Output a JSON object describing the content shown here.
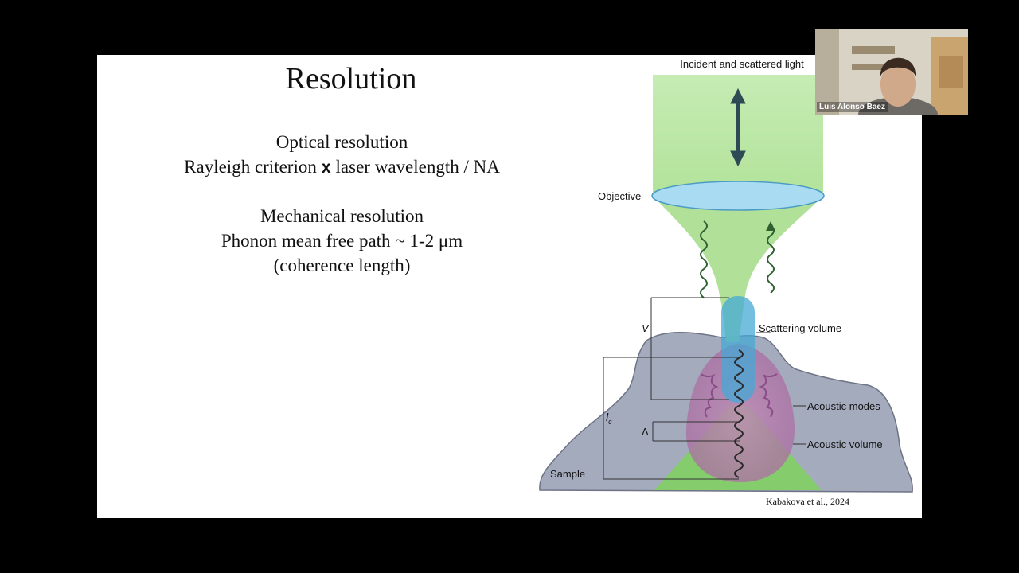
{
  "slide": {
    "title": "Resolution",
    "optical_heading": "Optical resolution",
    "optical_formula_left": "Rayleigh criterion",
    "optical_formula_op": "x",
    "optical_formula_right": "laser wavelength / NA",
    "mechanical_heading": "Mechanical resolution",
    "mechanical_formula": "Phonon mean free path ~  1-2 μm",
    "mechanical_note": "(coherence length)",
    "citation": "Kabakova et al., 2024"
  },
  "figure": {
    "label_incident": "Incident and scattered light",
    "label_objective": "Objective",
    "label_scattering_volume": "Scattering volume",
    "label_acoustic_modes": "Acoustic modes",
    "label_acoustic_volume": "Acoustic volume",
    "label_sample": "Sample",
    "label_V": "V",
    "label_lambda": "Λ",
    "label_lc": "l",
    "label_lc_sub": "c"
  },
  "participant": {
    "name": "Luis Alonso Baez"
  }
}
